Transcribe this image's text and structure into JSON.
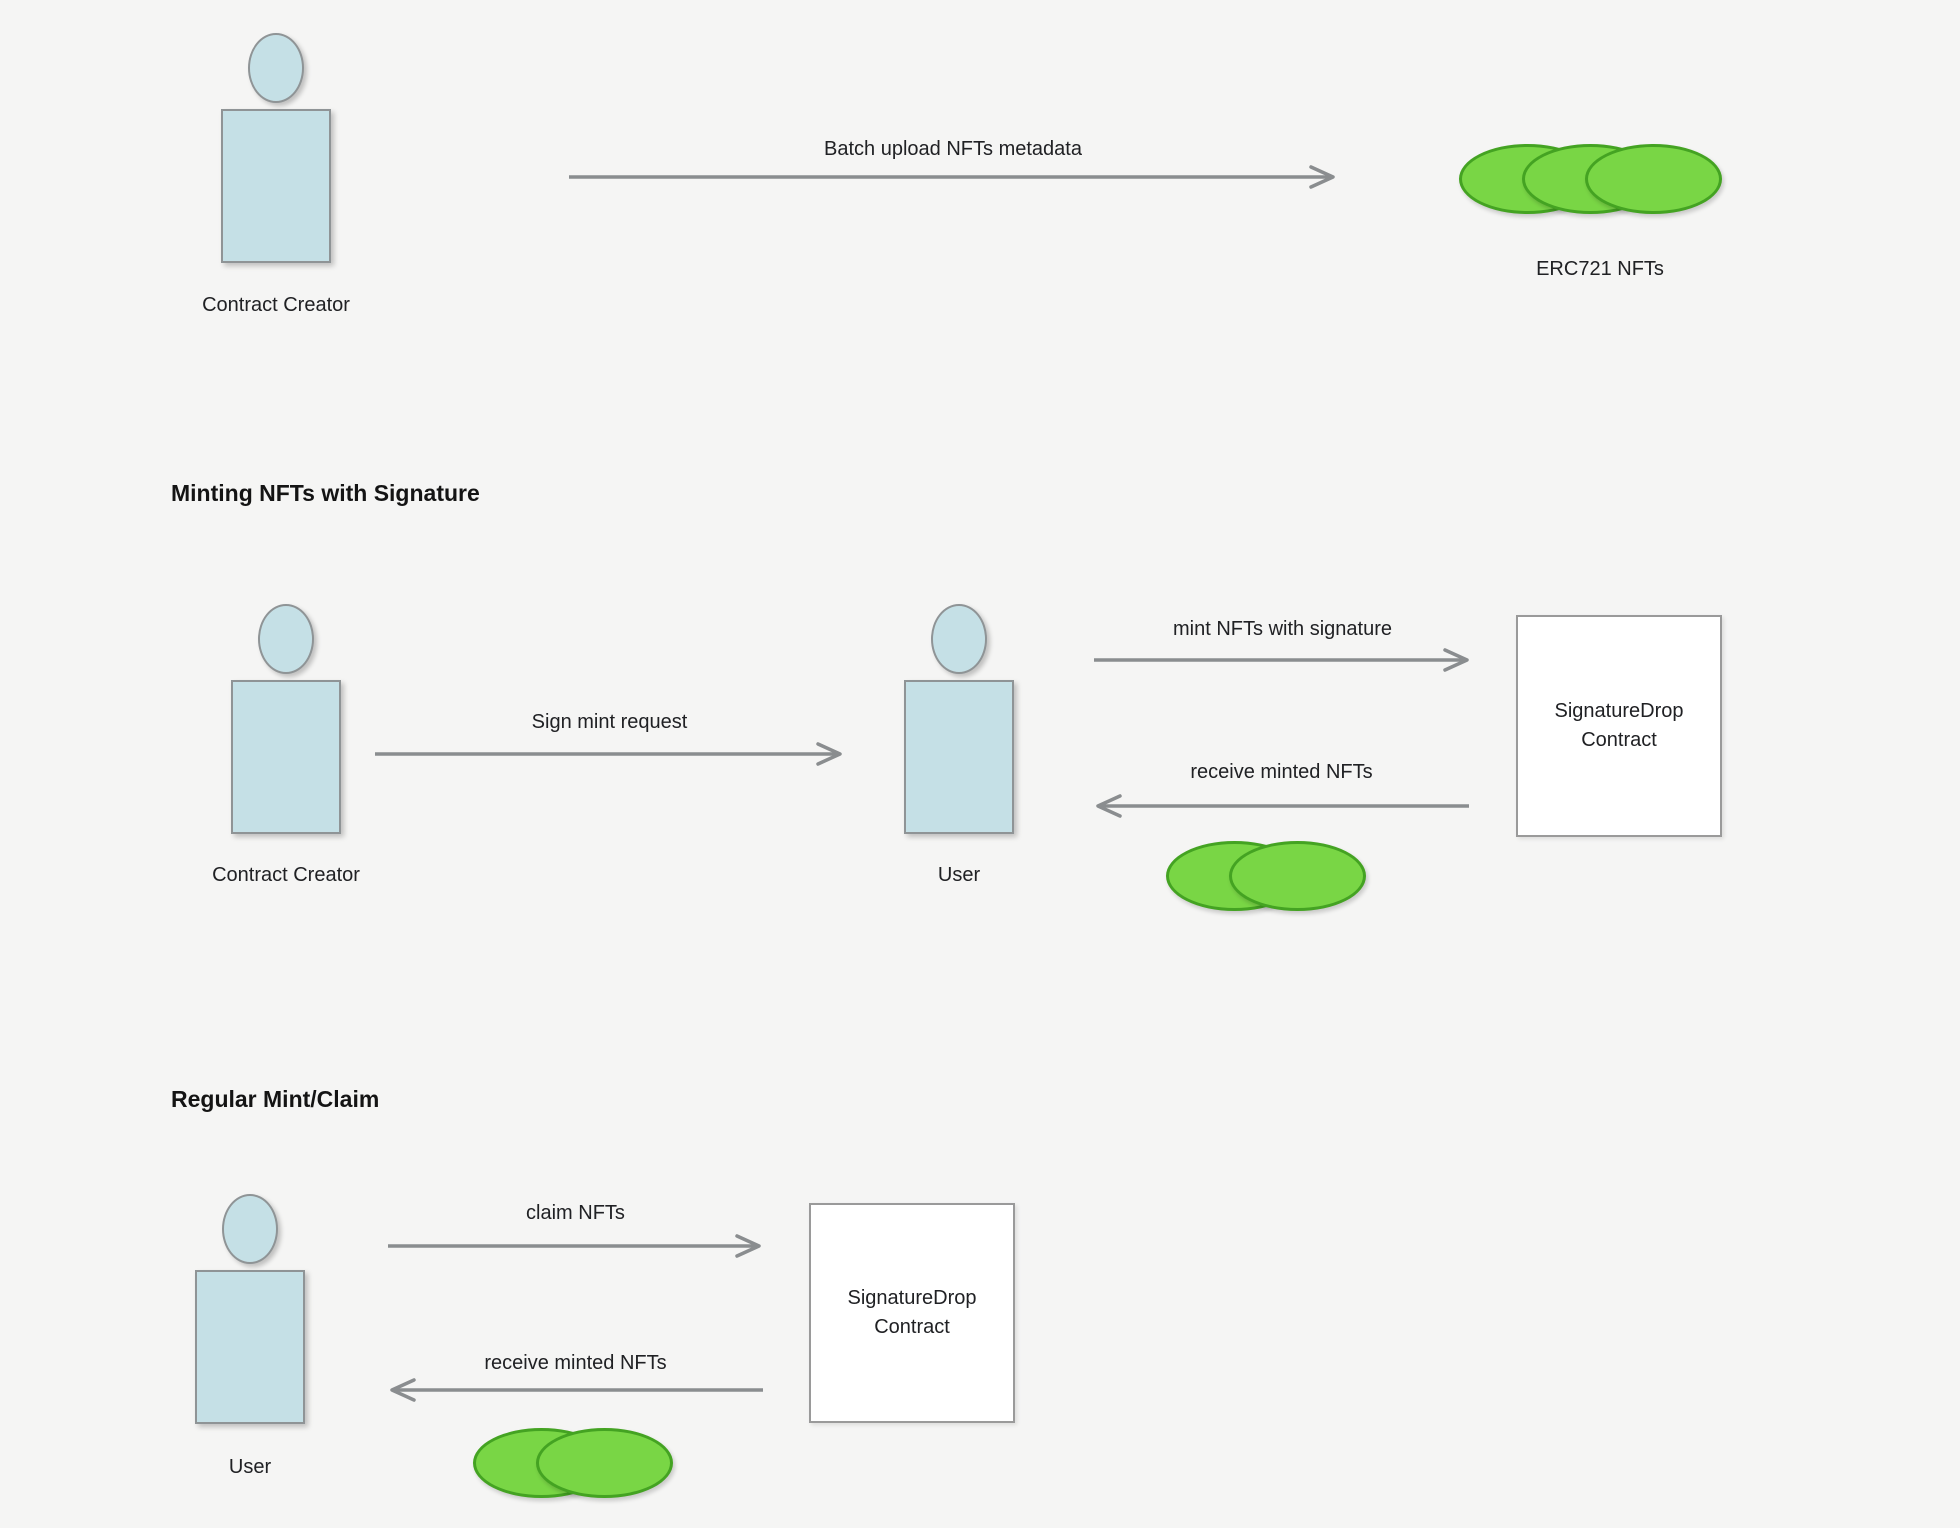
{
  "colors": {
    "background": "#f5f5f4",
    "actor_fill": "#c5e0e6",
    "actor_border": "#8f9496",
    "nft_fill": "#79d645",
    "nft_border": "#44a322",
    "arrow": "#8a8d8f",
    "box_fill": "#ffffff",
    "box_border": "#9a9a9a",
    "text": "#202124"
  },
  "sections": {
    "upload": {
      "actor_label": "Contract Creator",
      "arrow_label": "Batch upload NFTs metadata",
      "nft_label": "ERC721 NFTs"
    },
    "signature_mint": {
      "heading": "Minting NFTs with Signature",
      "creator_label": "Contract Creator",
      "sign_arrow_label": "Sign mint request",
      "user_label": "User",
      "mint_arrow_label": "mint NFTs with signature",
      "receive_arrow_label": "receive minted NFTs",
      "contract_label": "SignatureDrop Contract"
    },
    "regular_mint": {
      "heading": "Regular Mint/Claim",
      "user_label": "User",
      "claim_arrow_label": "claim NFTs",
      "receive_arrow_label": "receive minted NFTs",
      "contract_label": "SignatureDrop Contract"
    }
  }
}
